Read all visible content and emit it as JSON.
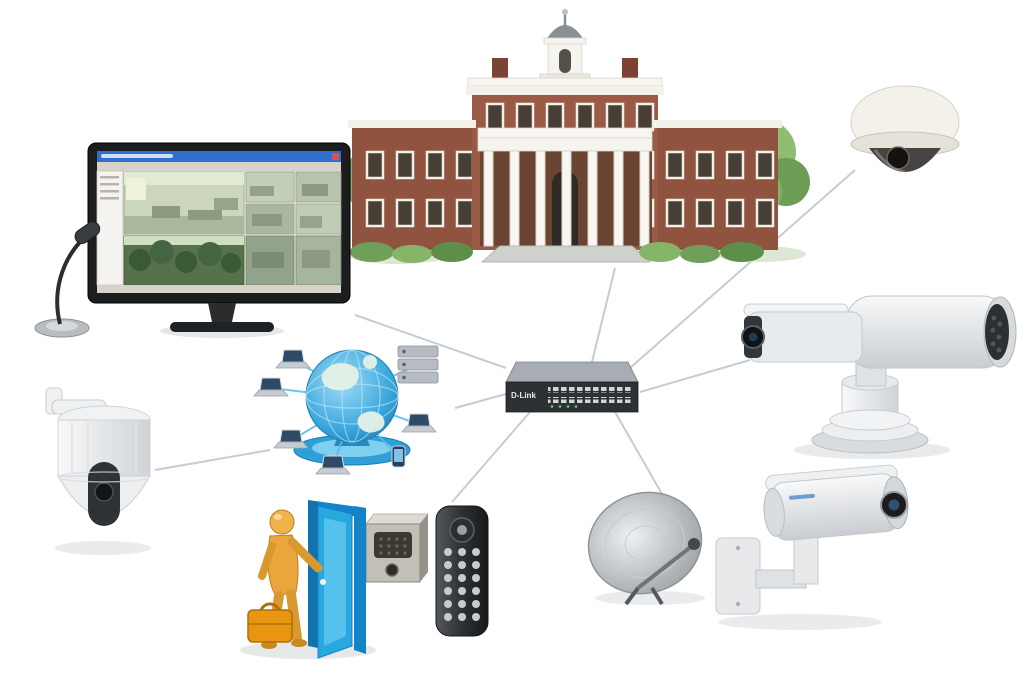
{
  "diagram": {
    "background": "#ffffff",
    "connector_color": "#c3cdd4",
    "hub": {
      "id": "network-switch",
      "brand_label": "D-Link",
      "body_color": "#2d3134",
      "port_color": "#cfd6da"
    },
    "nodes": [
      {
        "id": "campus-building",
        "icon": "building-icon"
      },
      {
        "id": "monitoring-station",
        "icon": "cctv-monitor-icon"
      },
      {
        "id": "desk-microphone",
        "icon": "microphone-icon"
      },
      {
        "id": "network-globe",
        "icon": "globe-network-icon"
      },
      {
        "id": "speed-dome-camera",
        "icon": "dome-ptz-camera-icon"
      },
      {
        "id": "ceiling-dome-camera",
        "icon": "dome-camera-icon"
      },
      {
        "id": "ptz-positioning-camera",
        "icon": "ptz-camera-icon"
      },
      {
        "id": "bullet-camera",
        "icon": "bullet-camera-icon"
      },
      {
        "id": "satellite-dish",
        "icon": "satellite-dish-icon"
      },
      {
        "id": "remote-control",
        "icon": "remote-control-icon"
      },
      {
        "id": "door-intercom",
        "icon": "intercom-icon"
      },
      {
        "id": "access-figure-door",
        "icon": "person-opening-door-icon"
      }
    ],
    "connections": [
      {
        "from": "network-switch",
        "to": "monitoring-station"
      },
      {
        "from": "network-switch",
        "to": "network-globe"
      },
      {
        "from": "network-switch",
        "to": "campus-building"
      },
      {
        "from": "network-switch",
        "to": "ceiling-dome-camera"
      },
      {
        "from": "network-switch",
        "to": "ptz-positioning-camera"
      },
      {
        "from": "network-switch",
        "to": "satellite-dish"
      },
      {
        "from": "network-switch",
        "to": "door-intercom"
      },
      {
        "from": "network-globe",
        "to": "speed-dome-camera"
      }
    ],
    "colors": {
      "brick": "#9a5a45",
      "trim_white": "#f4f1ea",
      "door_blue": "#29a8e0",
      "figure_gold": "#e8a63c",
      "globe_blue": "#2d9bd4",
      "device_white": "#eceef0"
    }
  }
}
